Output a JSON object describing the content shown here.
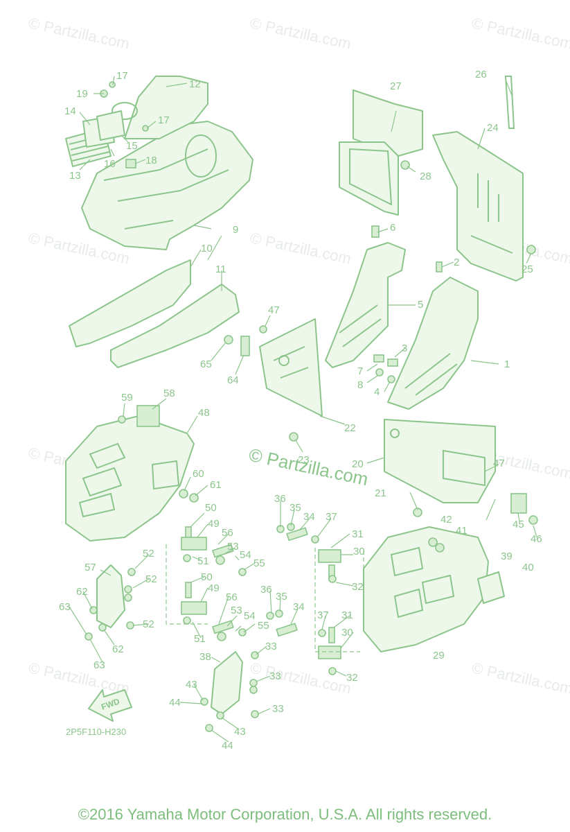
{
  "watermark": "© Partzilla.com",
  "diagram_code": "2P5F110-H230",
  "fwd_label": "FWD",
  "copyright": "©2016 Yamaha Motor Corporation, U.S.A. All rights reserved.",
  "callouts": [
    "1",
    "2",
    "3",
    "4",
    "5",
    "6",
    "7",
    "8",
    "9",
    "10",
    "11",
    "12",
    "13",
    "14",
    "15",
    "16",
    "17",
    "18",
    "19",
    "20",
    "21",
    "22",
    "23",
    "24",
    "25",
    "26",
    "27",
    "28",
    "29",
    "30",
    "31",
    "32",
    "33",
    "34",
    "35",
    "36",
    "37",
    "38",
    "39",
    "40",
    "41",
    "42",
    "43",
    "44",
    "45",
    "46",
    "47",
    "48",
    "49",
    "50",
    "51",
    "52",
    "53",
    "54",
    "55",
    "56",
    "57",
    "58",
    "59",
    "60",
    "61",
    "62",
    "63",
    "64",
    "65"
  ],
  "colors": {
    "line": "#8cc58c",
    "fill": "#eef8ea",
    "watermark": "#e7ece7",
    "text": "#7dbd7d"
  }
}
